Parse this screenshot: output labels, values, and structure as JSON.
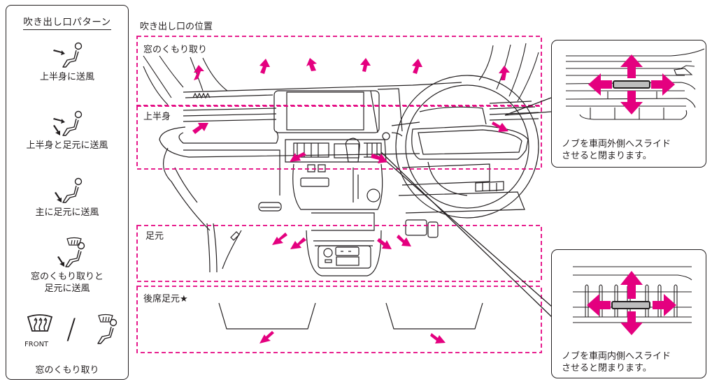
{
  "colors": {
    "accent": "#e4007f",
    "line": "#231f20",
    "knob": "#bdbdbd"
  },
  "legend": {
    "title": "吹き出し口パターン",
    "items": [
      {
        "icon": "upper-body-airflow-icon",
        "label": "上半身に送風"
      },
      {
        "icon": "upper-body-and-feet-airflow-icon",
        "label": "上半身と足元に送風"
      },
      {
        "icon": "feet-airflow-icon",
        "label": "主に足元に送風"
      },
      {
        "icon": "defrost-and-feet-airflow-icon",
        "label": "窓のくもり取りと\n足元に送風"
      },
      {
        "icon": "defrost-icon",
        "label": "窓のくもり取り",
        "front_label": "FRONT",
        "separator": "/"
      }
    ]
  },
  "main": {
    "title": "吹き出し口の位置",
    "zones": [
      {
        "id": "defrost",
        "label": "窓のくもり取り"
      },
      {
        "id": "upper-body",
        "label": "上半身"
      },
      {
        "id": "feet",
        "label": "足元"
      },
      {
        "id": "rear-feet",
        "label": "後席足元★"
      }
    ]
  },
  "callouts": {
    "outer": {
      "text": "ノブを車両外側へスライド\nさせると閉まります。"
    },
    "inner": {
      "text": "ノブを車両内側へスライド\nさせると閉まります。"
    }
  }
}
